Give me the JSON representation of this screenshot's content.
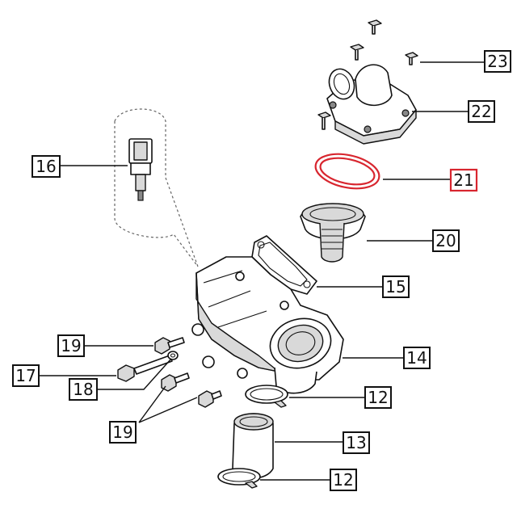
{
  "callouts": [
    {
      "id": "c23",
      "label": "23",
      "color": "#111111"
    },
    {
      "id": "c22",
      "label": "22",
      "color": "#111111"
    },
    {
      "id": "c21",
      "label": "21",
      "color": "#d8262f",
      "highlighted": true
    },
    {
      "id": "c20",
      "label": "20",
      "color": "#111111"
    },
    {
      "id": "c16",
      "label": "16",
      "color": "#111111"
    },
    {
      "id": "c15",
      "label": "15",
      "color": "#111111"
    },
    {
      "id": "c14",
      "label": "14",
      "color": "#111111"
    },
    {
      "id": "c19a",
      "label": "19",
      "color": "#111111"
    },
    {
      "id": "c17",
      "label": "17",
      "color": "#111111"
    },
    {
      "id": "c18",
      "label": "18",
      "color": "#111111"
    },
    {
      "id": "c12a",
      "label": "12",
      "color": "#111111"
    },
    {
      "id": "c19b",
      "label": "19",
      "color": "#111111"
    },
    {
      "id": "c13",
      "label": "13",
      "color": "#111111"
    },
    {
      "id": "c12b",
      "label": "12",
      "color": "#111111"
    }
  ],
  "highlight_color": "#d8262f"
}
